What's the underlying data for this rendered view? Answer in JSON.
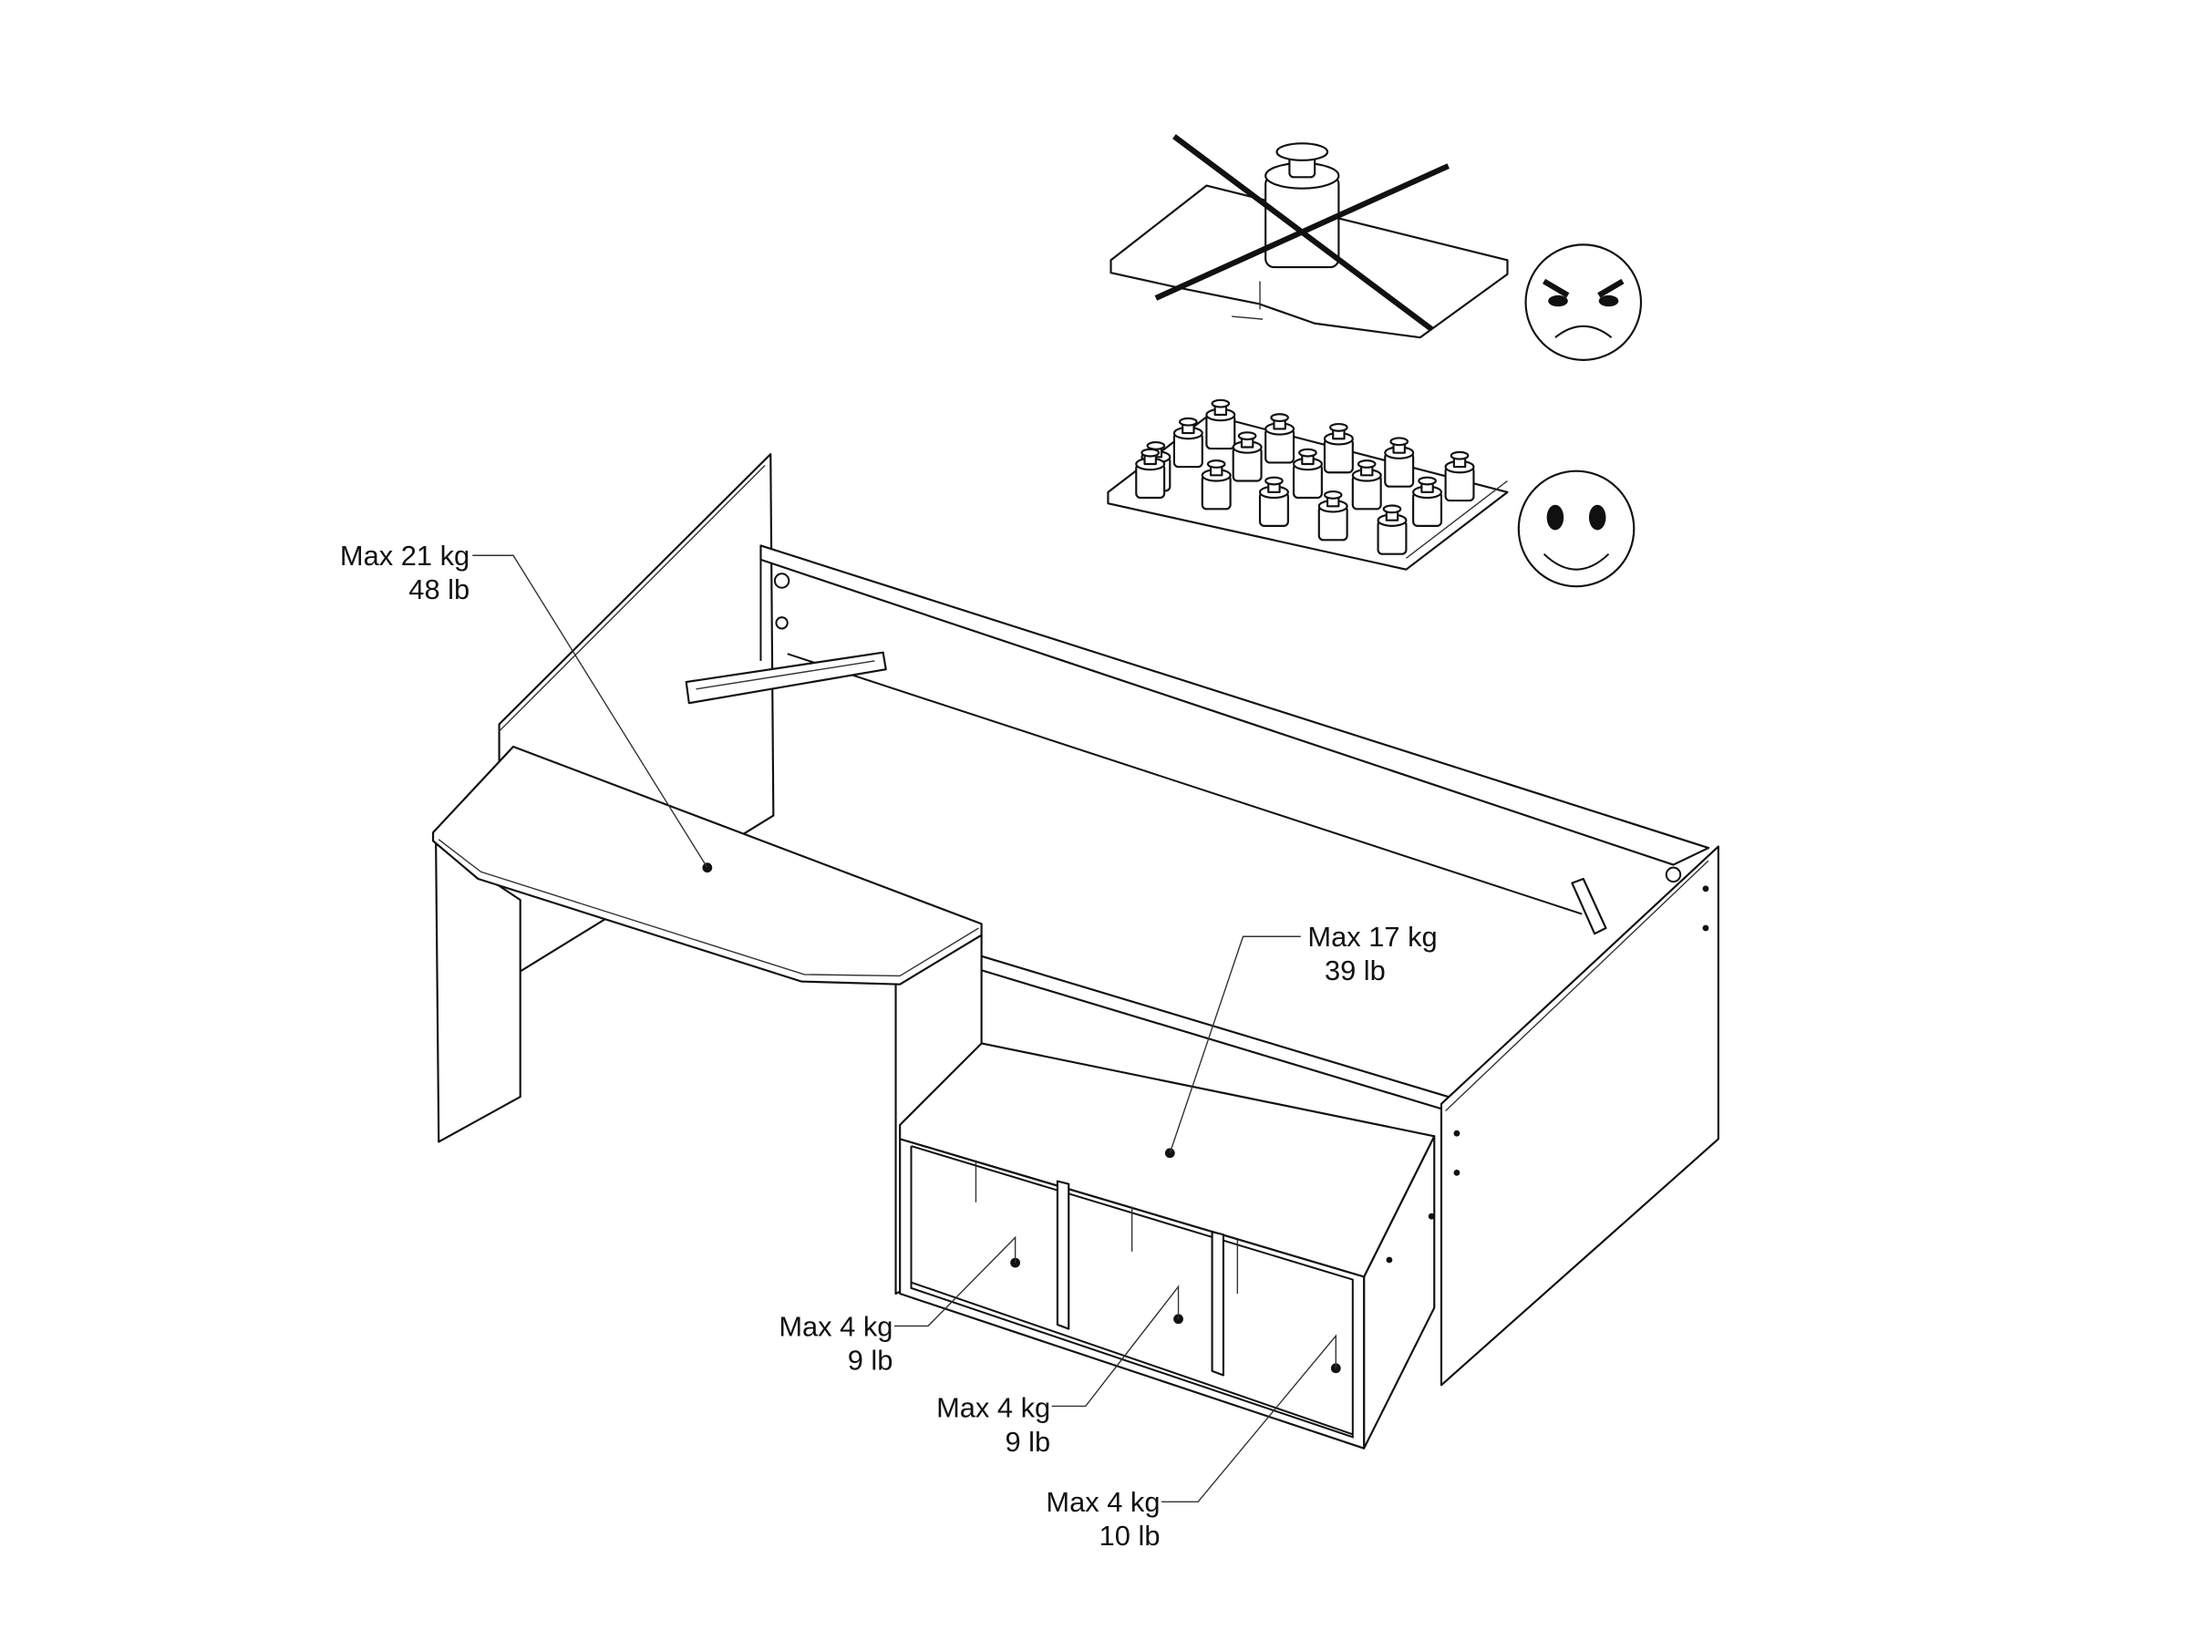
{
  "title": "Bed with desk and shelves - maximum load diagram",
  "load_labels": {
    "desk": {
      "kg": "Max 21 kg",
      "lb": "48 lb"
    },
    "shelf_top": {
      "kg": "Max 17 kg",
      "lb": "39 lb"
    },
    "compartment_1": {
      "kg": "Max 4 kg",
      "lb": "9 lb"
    },
    "compartment_2": {
      "kg": "Max 4 kg",
      "lb": "9 lb"
    },
    "compartment_3": {
      "kg": "Max 4 kg",
      "lb": "10 lb"
    }
  },
  "icons": {
    "wrong": "concentrated-weight-crossed-icon",
    "angry": "angry-face-icon",
    "right": "distributed-weights-icon",
    "happy": "happy-face-icon"
  }
}
